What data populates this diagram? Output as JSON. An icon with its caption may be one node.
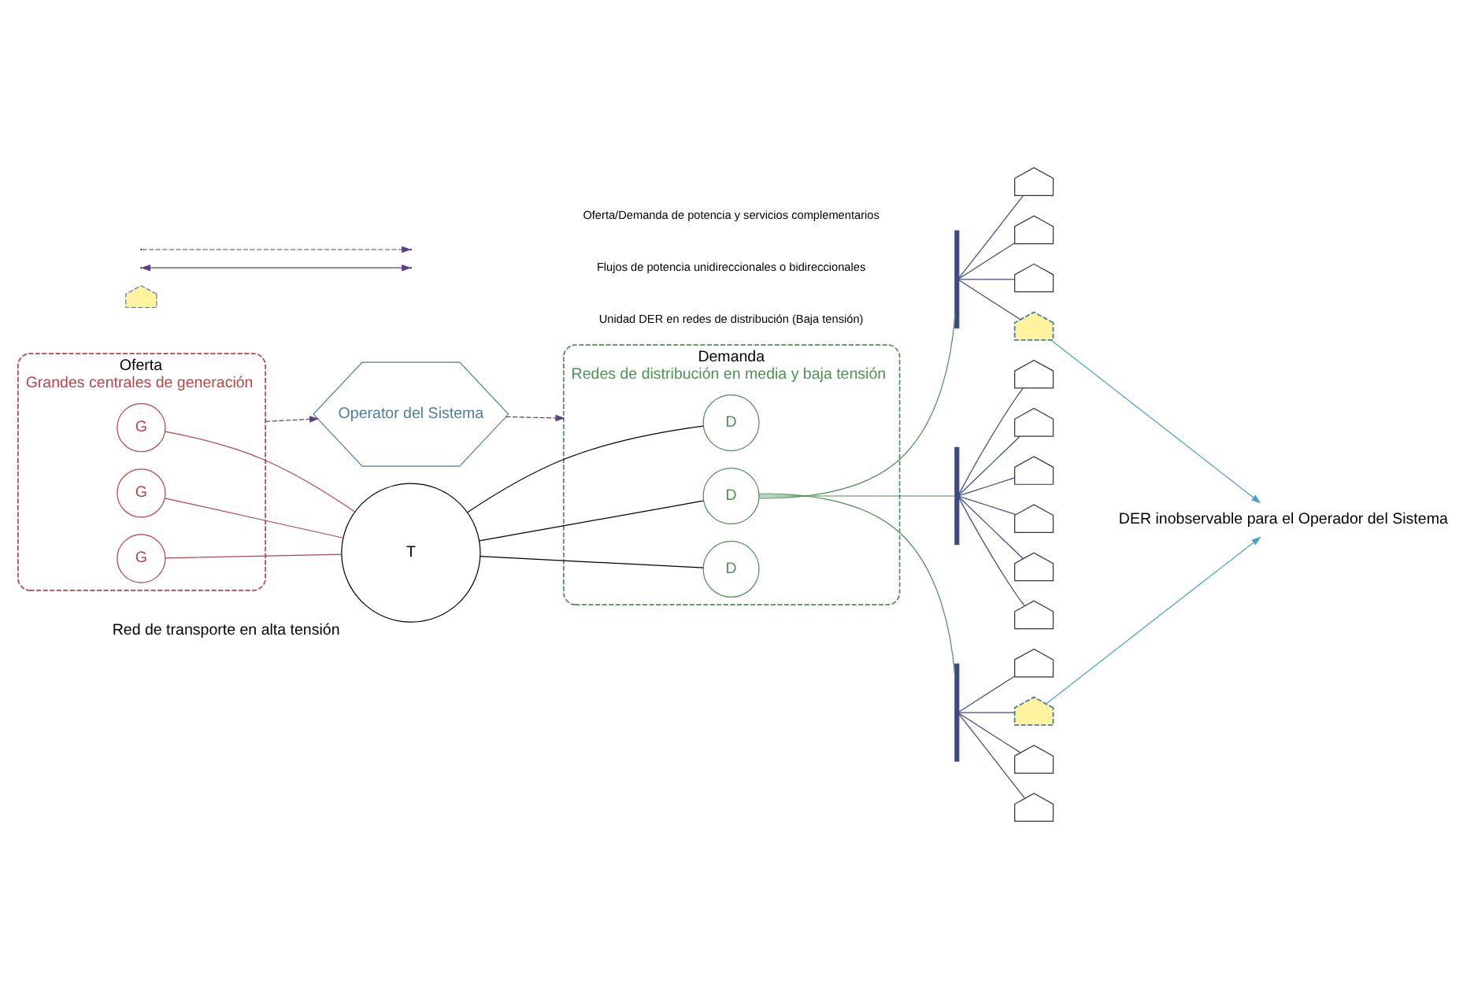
{
  "diagram": {
    "nodes": [
      {
        "text": [
          "Operator del Sistema"
        ]
      },
      {
        "text": [
          "Oferta",
          "Grandes centrales de generación"
        ]
      },
      {
        "text": [
          "G"
        ],
        "in": 1
      },
      {
        "text": [
          "G"
        ],
        "in": 1
      },
      {
        "text": [
          "G"
        ],
        "in": 1
      },
      {
        "text": [
          "T"
        ],
        "beside": [
          "Red de transporte en alta tensión"
        ]
      },
      {
        "text": [
          "Demanda",
          "Redes de distribución en media y baja tensión"
        ]
      },
      {
        "text": [
          "D"
        ],
        "in": 6
      },
      {
        "text": [
          "D"
        ],
        "in": 6
      },
      {
        "text": [
          "D"
        ],
        "in": 6
      },
      {
        "text": [],
        "shape": "bar"
      },
      {
        "text": [],
        "shape": "picture"
      },
      {
        "text": [],
        "shape": "picture"
      },
      {
        "text": [],
        "shape": "picture"
      },
      {
        "text": [],
        "shape": "picture"
      },
      {
        "text": [],
        "shape": "bar"
      },
      {
        "text": [],
        "shape": "picture"
      },
      {
        "text": [],
        "shape": "picture"
      },
      {
        "text": [],
        "shape": "picture"
      },
      {
        "text": [],
        "shape": "picture"
      },
      {
        "text": [],
        "shape": "picture"
      },
      {
        "text": [],
        "shape": "picture"
      },
      {
        "text": [],
        "shape": "bar"
      },
      {
        "text": [],
        "shape": "picture"
      },
      {
        "text": [],
        "shape": "picture"
      },
      {
        "text": [],
        "shape": "picture"
      },
      {
        "text": [],
        "shape": "picture"
      },
      {
        "text": [
          "DER inobservable para el Operador del Sistema"
        ]
      }
    ],
    "edges": [
      {
        "from": 1,
        "to": 0,
        "arrow": "to",
        "style": "dashed",
        "color": "#5b3f86"
      },
      {
        "from": 0,
        "to": 6,
        "arrow": "to",
        "style": "dashed",
        "color": "#5b3f86"
      },
      {
        "from": 2,
        "to": 5,
        "arrow": "none",
        "color": "#b8434a"
      },
      {
        "from": 3,
        "to": 5,
        "arrow": "none",
        "color": "#b8434a"
      },
      {
        "from": 4,
        "to": 5,
        "arrow": "none",
        "color": "#b8434a"
      },
      {
        "from": 5,
        "to": 7,
        "arrow": "none",
        "color": "#000000"
      },
      {
        "from": 5,
        "to": 8,
        "arrow": "none",
        "color": "#000000"
      },
      {
        "from": 5,
        "to": 9,
        "arrow": "none",
        "color": "#000000"
      },
      {
        "from": 8,
        "to": 10,
        "arrow": "none",
        "color": "#4b9254"
      },
      {
        "from": 8,
        "to": 15,
        "arrow": "none",
        "color": "#4b9254"
      },
      {
        "from": 8,
        "to": 22,
        "arrow": "none",
        "color": "#4b9254"
      },
      {
        "from": 10,
        "to": 11,
        "arrow": "none"
      },
      {
        "from": 10,
        "to": 12,
        "arrow": "none"
      },
      {
        "from": 10,
        "to": 13,
        "arrow": "none"
      },
      {
        "from": 10,
        "to": 14,
        "arrow": "none"
      },
      {
        "from": 15,
        "to": 16,
        "arrow": "none"
      },
      {
        "from": 15,
        "to": 17,
        "arrow": "none"
      },
      {
        "from": 15,
        "to": 18,
        "arrow": "none"
      },
      {
        "from": 15,
        "to": 19,
        "arrow": "none"
      },
      {
        "from": 15,
        "to": 20,
        "arrow": "none"
      },
      {
        "from": 15,
        "to": 21,
        "arrow": "none"
      },
      {
        "from": 22,
        "to": 23,
        "arrow": "none"
      },
      {
        "from": 22,
        "to": 24,
        "arrow": "none"
      },
      {
        "from": 22,
        "to": 25,
        "arrow": "none"
      },
      {
        "from": 22,
        "to": 26,
        "arrow": "none"
      },
      {
        "from": 14,
        "to": 27,
        "arrow": "to",
        "color": "#4ba3c3"
      },
      {
        "from": 24,
        "to": 27,
        "arrow": "to",
        "color": "#4ba3c3"
      }
    ],
    "legend": [
      {
        "text": "Oferta/Demanda de potencia y servicios complementarios"
      },
      {
        "text": "Flujos de potencia unidireccionales o bidireccionales"
      },
      {
        "text": "Unidad DER en redes de distribución (Baja tensión)"
      }
    ]
  }
}
